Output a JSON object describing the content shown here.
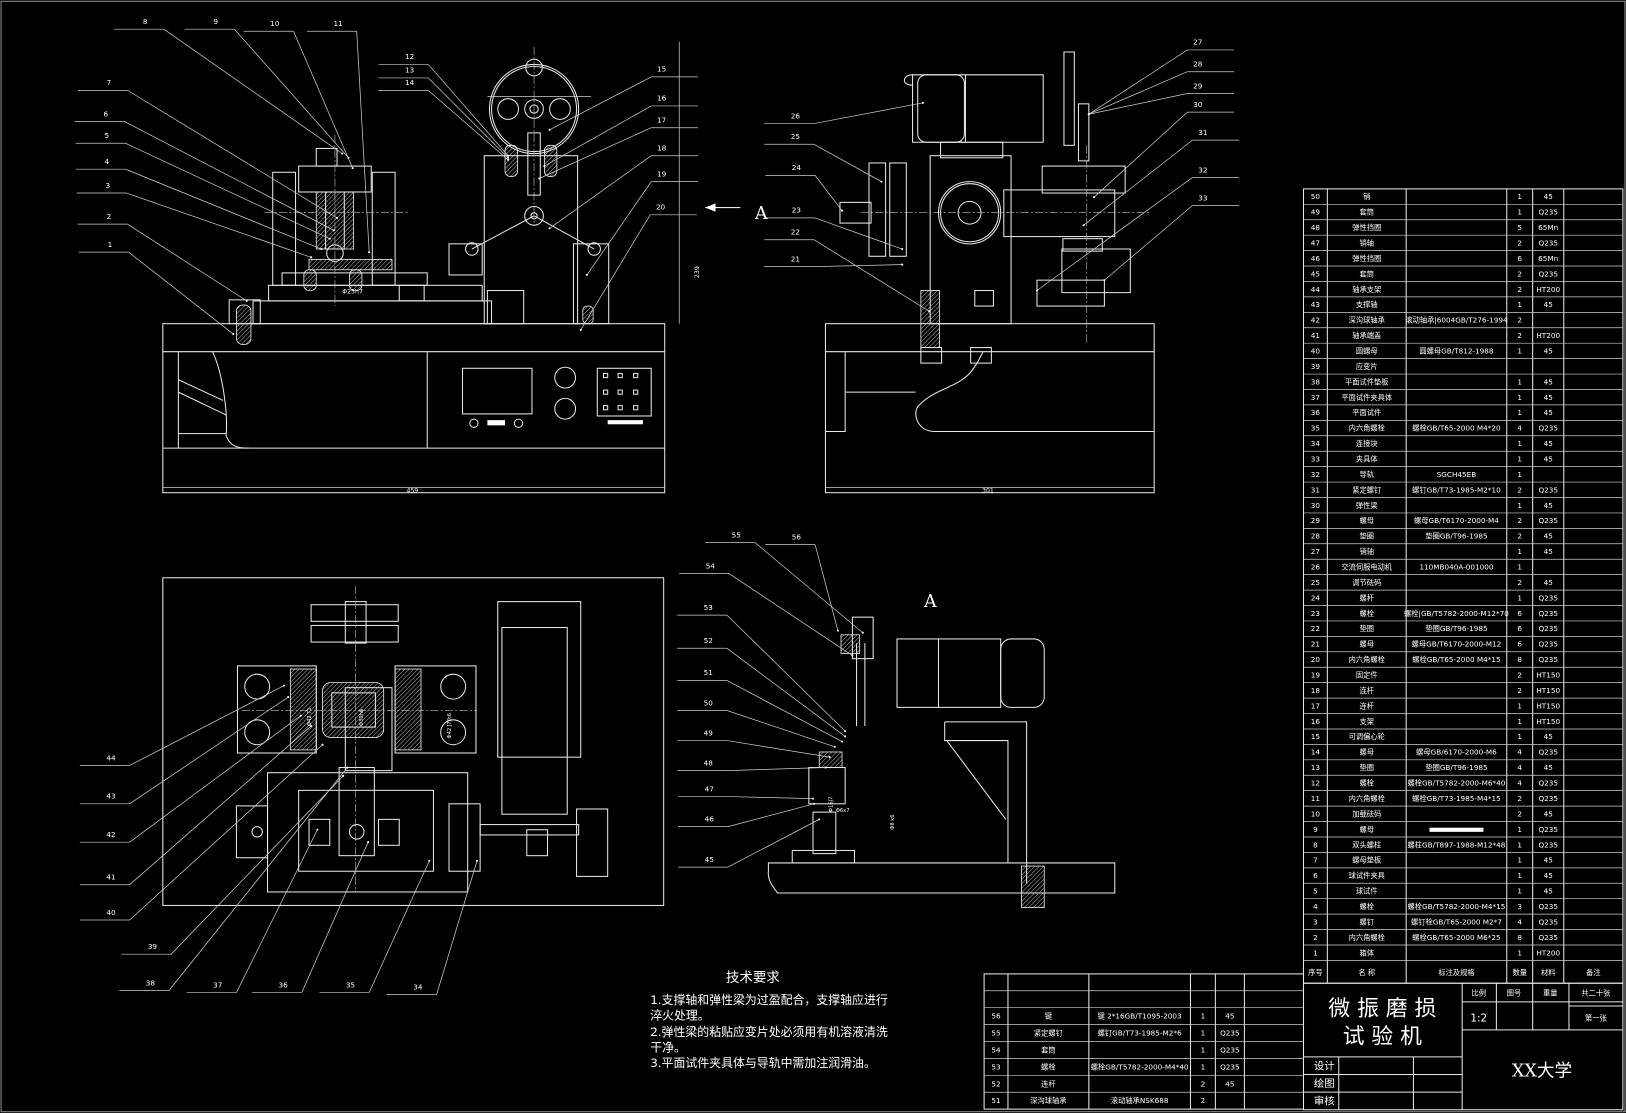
{
  "title_block": {
    "title_line1": "微 振 磨 损",
    "title_line2": "试 验 机",
    "scale_label": "比例",
    "scale_value": "1:2",
    "drawing_no_label": "图号",
    "weight_label": "重量",
    "sheets_total": "共二十张",
    "sheet_current": "第一张",
    "designer_label": "设计",
    "drafter_label": "绘图",
    "reviewer_label": "审核",
    "school": "XX大学"
  },
  "parts_header": {
    "no": "序号",
    "name": "名    称",
    "spec": "标注及规格",
    "qty": "数量",
    "material": "材料",
    "note": "备注"
  },
  "parts": [
    [
      "50",
      "销",
      "",
      "1",
      "45"
    ],
    [
      "49",
      "套筒",
      "",
      "1",
      "Q235"
    ],
    [
      "48",
      "弹性挡圈",
      "",
      "5",
      "65Mn"
    ],
    [
      "47",
      "销轴",
      "",
      "2",
      "Q235"
    ],
    [
      "46",
      "弹性挡圈",
      "",
      "6",
      "65Mn"
    ],
    [
      "45",
      "套筒",
      "",
      "2",
      "Q235"
    ],
    [
      "44",
      "轴承支架",
      "",
      "2",
      "HT200"
    ],
    [
      "43",
      "支撑轴",
      "",
      "1",
      "45"
    ],
    [
      "42",
      "深沟球轴承",
      "滚动轴承|6004GB/T276-1994",
      "2",
      ""
    ],
    [
      "41",
      "轴承端盖",
      "",
      "2",
      "HT200"
    ],
    [
      "40",
      "圆螺母",
      "圆螺母GB/T812-1988",
      "1",
      "45"
    ],
    [
      "39",
      "应变片",
      "",
      "",
      ""
    ],
    [
      "38",
      "平面试件垫板",
      "",
      "1",
      "45"
    ],
    [
      "37",
      "平面试件夹具体",
      "",
      "1",
      "45"
    ],
    [
      "36",
      "平面试件",
      "",
      "1",
      "45"
    ],
    [
      "35",
      "内六角螺栓",
      "螺栓GB/T65-2000 M4*20",
      "4",
      "Q235"
    ],
    [
      "34",
      "连接块",
      "",
      "1",
      "45"
    ],
    [
      "33",
      "夹具体",
      "",
      "1",
      "45"
    ],
    [
      "32",
      "导轨",
      "SGCH45EB",
      "1",
      ""
    ],
    [
      "31",
      "紧定螺钉",
      "螺钉GB/T73-1985-M2*10",
      "2",
      "Q235"
    ],
    [
      "30",
      "弹性梁",
      "",
      "1",
      "45"
    ],
    [
      "29",
      "螺母",
      "螺母GB/T6170-2000-M4",
      "2",
      "Q235"
    ],
    [
      "28",
      "垫圈",
      "垫圈GB/T96-1985",
      "2",
      "45"
    ],
    [
      "27",
      "销轴",
      "",
      "1",
      "45"
    ],
    [
      "26",
      "交流伺服电动机",
      "110MB040A-001000",
      "1",
      ""
    ],
    [
      "25",
      "调节砝码",
      "",
      "2",
      "45"
    ],
    [
      "24",
      "螺杆",
      "",
      "1",
      "Q235"
    ],
    [
      "23",
      "螺栓",
      "螺栓|GB/T5782-2000-M12*70",
      "6",
      "Q235"
    ],
    [
      "22",
      "垫圈",
      "垫圈GB/T96-1985",
      "6",
      "Q235"
    ],
    [
      "21",
      "螺母",
      "螺母GB/T6170-2000-M12",
      "6",
      "Q235"
    ],
    [
      "20",
      "内六角螺栓",
      "螺栓GB/T65-2000 M4*15",
      "8",
      "Q235"
    ],
    [
      "19",
      "固定件",
      "",
      "2",
      "HT150"
    ],
    [
      "18",
      "连杆",
      "",
      "2",
      "HT150"
    ],
    [
      "17",
      "连杆",
      "",
      "1",
      "HT150"
    ],
    [
      "16",
      "支架",
      "",
      "1",
      "HT150"
    ],
    [
      "15",
      "可调偏心轮",
      "",
      "1",
      "45"
    ],
    [
      "14",
      "螺母",
      "螺母GB/6170-2000-M6",
      "4",
      "Q235"
    ],
    [
      "13",
      "垫圈",
      "垫圈GB/T96-1985",
      "4",
      "45"
    ],
    [
      "12",
      "螺栓",
      "螺栓GB/T5782-2000-M6*40",
      "4",
      "Q235"
    ],
    [
      "11",
      "内六角螺栓",
      "螺栓GB/T73-1985-M4*15",
      "2",
      "Q235"
    ],
    [
      "10",
      "加载砝码",
      "",
      "2",
      "45"
    ],
    [
      "9",
      "螺母",
      "",
      "1",
      "Q235"
    ],
    [
      "8",
      "双头螺柱",
      "螺柱GB/T897-1988-M12*48",
      "1",
      "Q235"
    ],
    [
      "7",
      "螺母垫板",
      "",
      "1",
      "45"
    ],
    [
      "6",
      "球试件夹具",
      "",
      "1",
      "45"
    ],
    [
      "5",
      "球试件",
      "",
      "1",
      "45"
    ],
    [
      "4",
      "螺栓",
      "螺栓GB/T5782-2000-M4*15",
      "3",
      "Q235"
    ],
    [
      "3",
      "螺钉",
      "螺钉栓GB/T65-2000 M2*7",
      "4",
      "Q235"
    ],
    [
      "2",
      "内六角螺栓",
      "螺栓GB/T65-2000 M6*25",
      "8",
      "Q235"
    ],
    [
      "1",
      "箱体",
      "",
      "1",
      "HT200"
    ]
  ],
  "parts_extra": [
    [
      "56",
      "键",
      "键 2*16GB/T1095-2003",
      "1",
      "45"
    ],
    [
      "55",
      "紧定螺钉",
      "螺钉GB/T73-1985-M2*6",
      "1",
      "Q235"
    ],
    [
      "54",
      "套筒",
      "",
      "1",
      "Q235"
    ],
    [
      "53",
      "螺栓",
      "螺栓GB/T5782-2000-M4*40",
      "1",
      "Q235"
    ],
    [
      "52",
      "连杆",
      "",
      "2",
      "45"
    ],
    [
      "51",
      "深沟球轴承",
      "滚动轴承NSK688",
      "2",
      ""
    ]
  ],
  "tech_requirements": {
    "title": "技术要求",
    "lines": [
      "1.支撑轴和弹性梁为过盈配合，支撑轴应进行",
      "淬火处理。",
      "2.弹性梁的粘贴应变片处必须用有机溶液清洗",
      "干净。",
      "3.平面试件夹具体与导轨中需加注润滑油。"
    ]
  },
  "view_markers": {
    "view_a_arrow": "A",
    "view_a_title": "A"
  },
  "dimensions": {
    "front_width": "459",
    "side_width": "301",
    "front_height": "239",
    "shaft_fit": "Φ25h7",
    "ball_dia": "Φ30h6",
    "bearing_fit_left": "Φ42 T1",
    "bearing_fit_right": "Φ42 J7/h6",
    "pin_fit": "Φ6x7",
    "bore_fit": "Φ16J7",
    "shaft_d": "Φ8 k6"
  },
  "callouts": [
    "1",
    "2",
    "3",
    "4",
    "5",
    "6",
    "7",
    "8",
    "9",
    "10",
    "11",
    "12",
    "13",
    "14",
    "15",
    "16",
    "17",
    "18",
    "19",
    "20",
    "21",
    "22",
    "23",
    "24",
    "25",
    "26",
    "27",
    "28",
    "29",
    "30",
    "31",
    "32",
    "33",
    "34",
    "35",
    "36",
    "37",
    "38",
    "39",
    "40",
    "41",
    "42",
    "43",
    "44",
    "45",
    "46",
    "47",
    "48",
    "49",
    "50",
    "51",
    "52",
    "53",
    "54",
    "55",
    "56"
  ]
}
